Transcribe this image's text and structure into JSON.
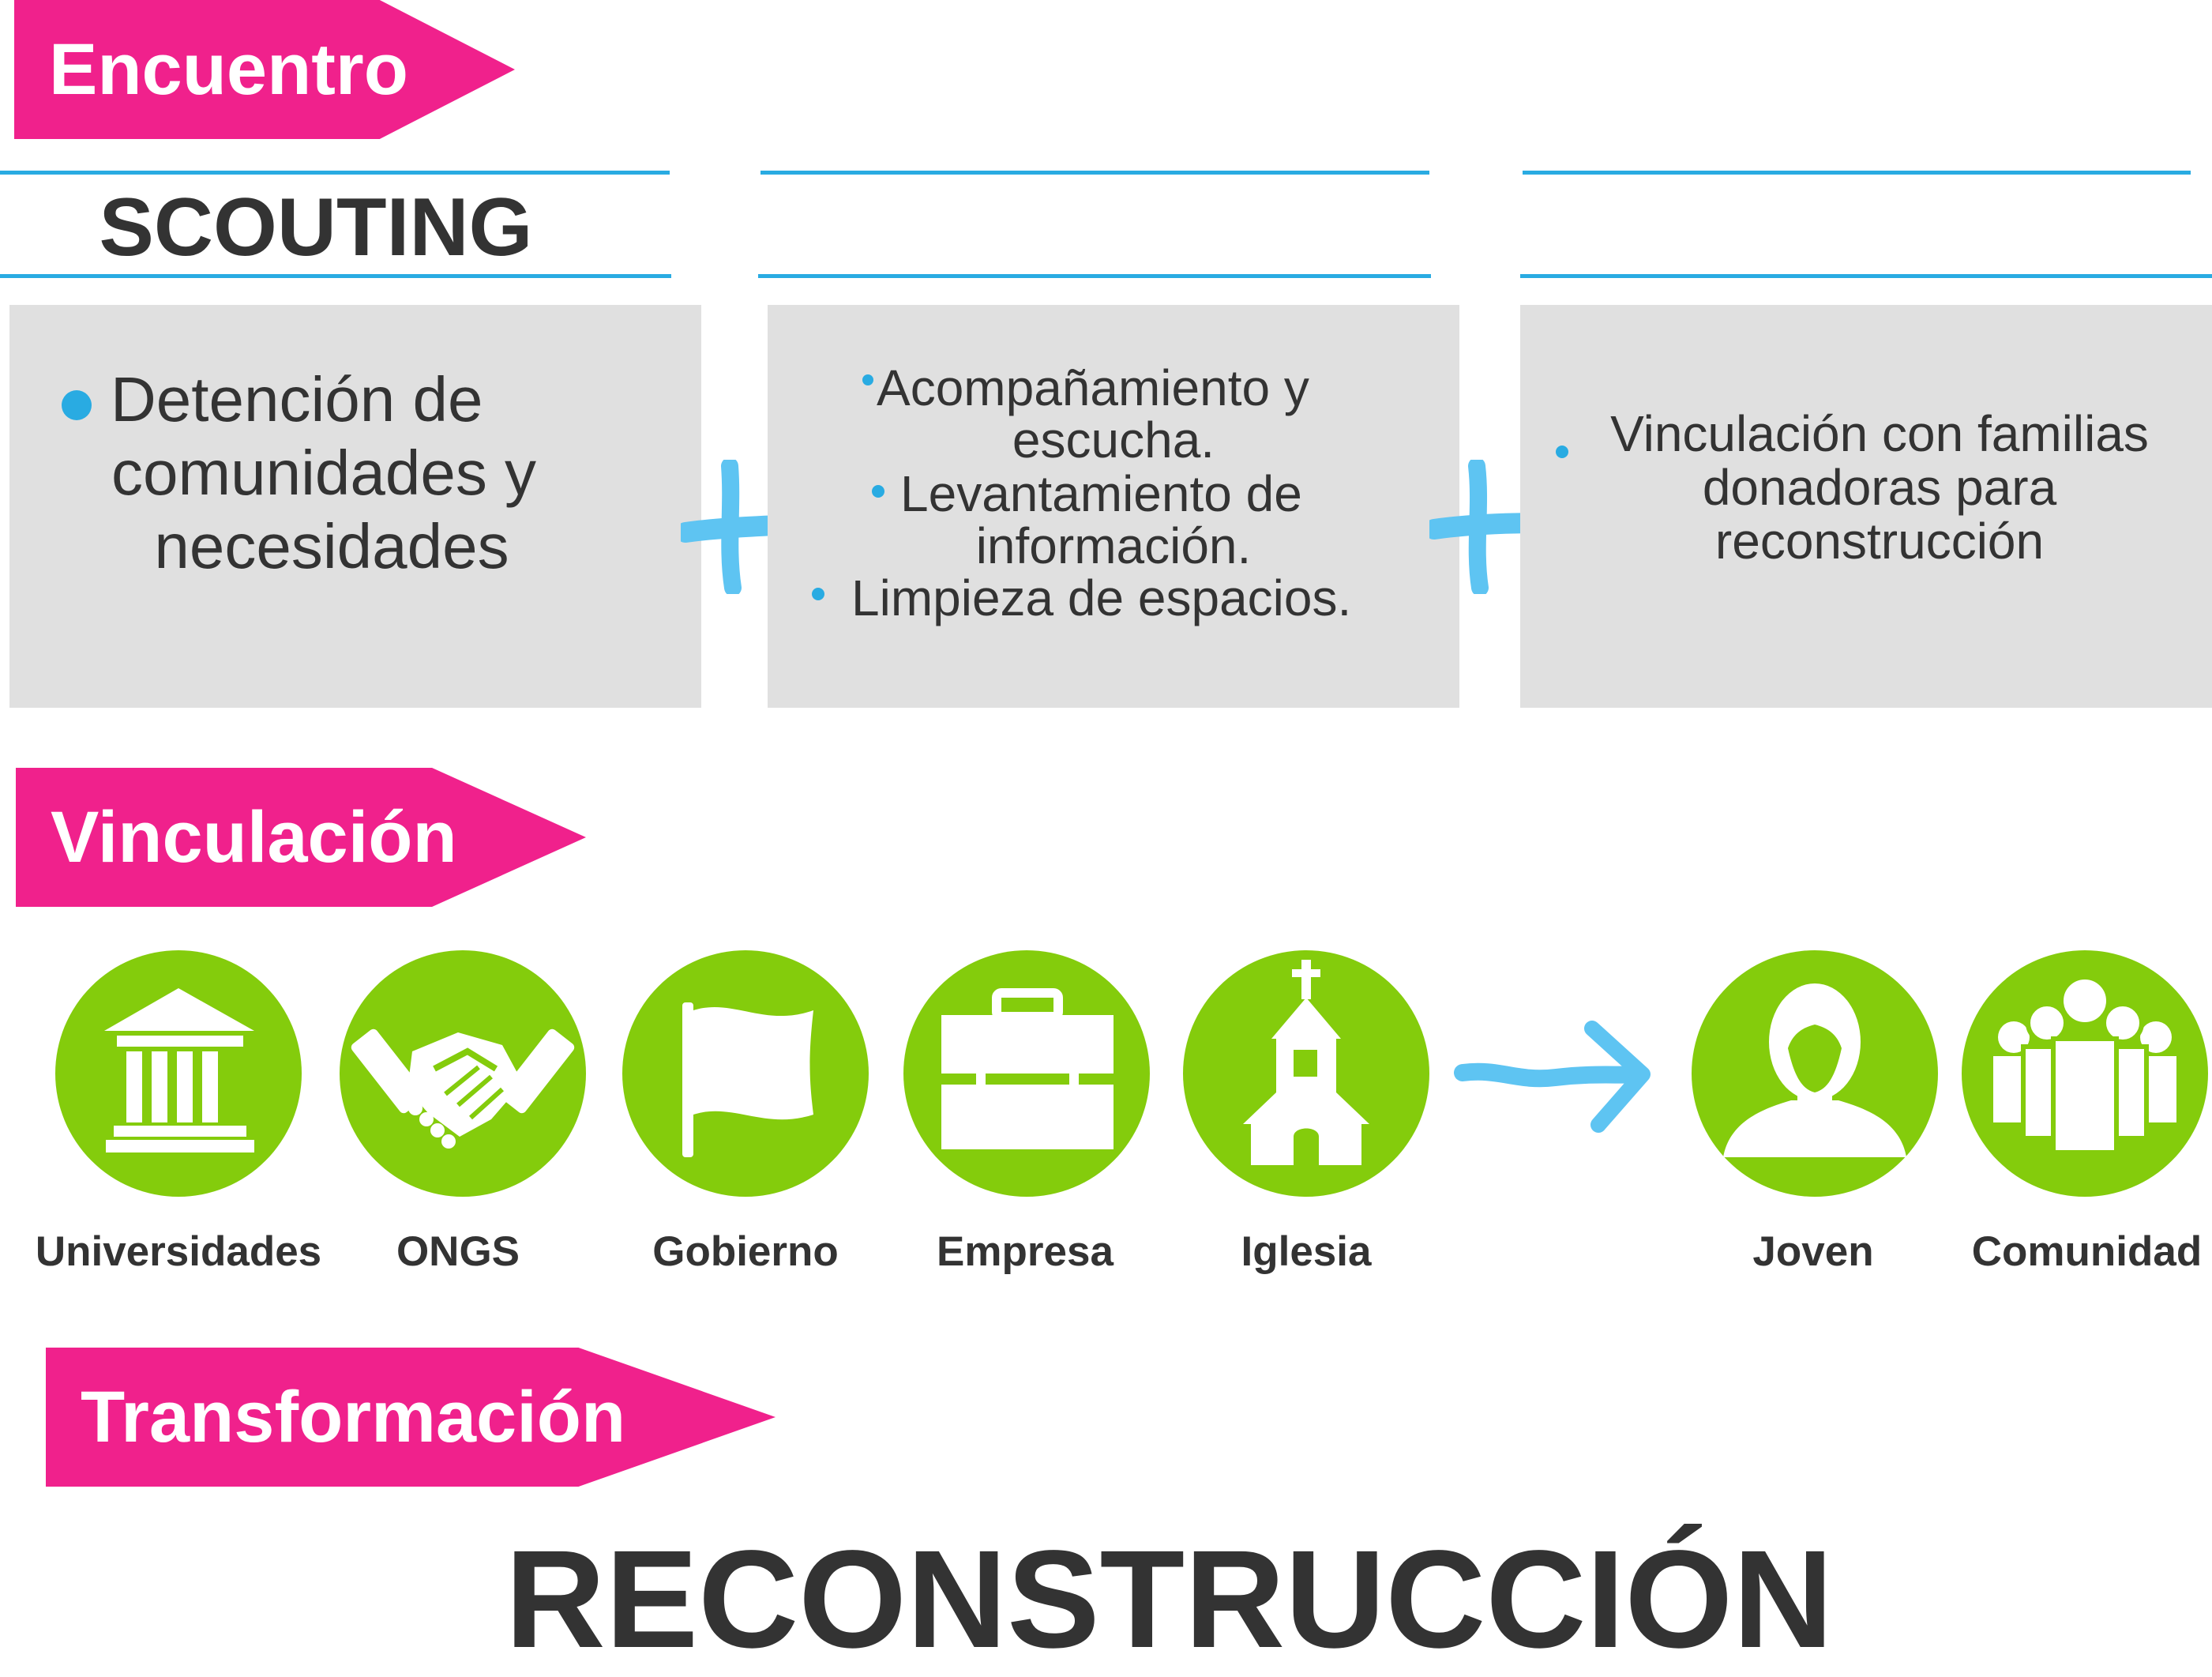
{
  "colors": {
    "magenta": "#f0218c",
    "cyan": "#29abe2",
    "light_blue": "#5ec4f2",
    "green": "#84cc0c",
    "box_gray": "#e0e0e0",
    "text_dark": "#333333"
  },
  "sections": {
    "encuentro": "Encuentro",
    "vinculacion": "Vinculación",
    "transformacion": "Transformación"
  },
  "scouting": {
    "title": "SCOUTING",
    "boxes": [
      {
        "items": [
          "Detención de comunidades y necesidades"
        ],
        "lines": [
          "Detención de",
          "comunidades y",
          "necesidades"
        ]
      },
      {
        "items": [
          "Acompañamiento y escucha.",
          "Levantamiento de información.",
          "Limpieza de espacios."
        ],
        "lines": [
          "Acompañamiento y",
          "escucha.",
          "Levantamiento de",
          "información.",
          "Limpieza de espacios."
        ]
      },
      {
        "items": [
          "Vinculación con familias donadoras para reconstrucción"
        ],
        "lines": [
          "Vinculación con familias",
          "donadoras para",
          "reconstrucción"
        ]
      }
    ],
    "connectors": [
      "plus-icon",
      "plus-icon"
    ]
  },
  "actors": [
    {
      "label": "Universidades",
      "icon": "building-columns-icon"
    },
    {
      "label": "ONGS",
      "icon": "handshake-icon"
    },
    {
      "label": "Gobierno",
      "icon": "flag-icon"
    },
    {
      "label": "Empresa",
      "icon": "briefcase-icon"
    },
    {
      "label": "Iglesia",
      "icon": "church-icon"
    }
  ],
  "arrow_icon": "arrow-right-icon",
  "beneficiaries": [
    {
      "label": "Joven",
      "icon": "person-icon"
    },
    {
      "label": "Comunidad",
      "icon": "group-icon"
    }
  ],
  "result": "RECONSTRUCCIÓN"
}
